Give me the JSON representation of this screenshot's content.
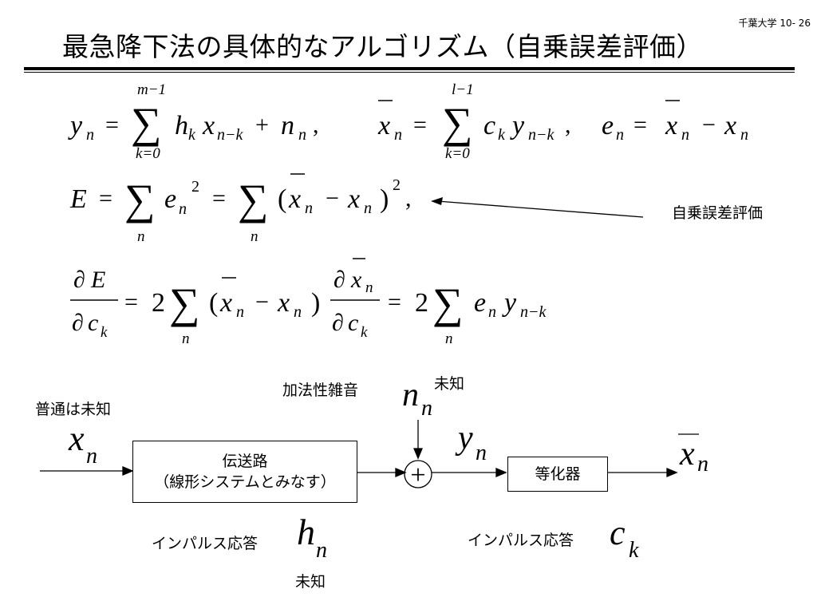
{
  "slide_number": "千葉大学 10- 26",
  "title": "最急降下法の具体的なアルゴリズム（自乗誤差評価）",
  "equations": {
    "eq1": {
      "y": "y",
      "n": "n",
      "eq": "=",
      "m_minus_1": "m−1",
      "k_eq_0": "k=0",
      "h": "h",
      "k": "k",
      "x": "x",
      "n_minus_k": "n−k",
      "plus": "+",
      "comma": ",",
      "l_minus_1": "l−1",
      "c": "c",
      "e": "e",
      "minus": "−"
    },
    "eq2": {
      "E": "E",
      "two": "2",
      "lparen": "(",
      "rparen": ")",
      "comma": ","
    },
    "eq3": {
      "partial": "∂",
      "two": "2"
    }
  },
  "annotation": {
    "jijou": "自乗誤差評価"
  },
  "diagram": {
    "noise_label": "加法性雑音",
    "unknown": "未知",
    "usually_unknown": "普通は未知",
    "channel_line1": "伝送路",
    "channel_line2": "（線形システムとみなす）",
    "equalizer": "等化器",
    "impulse_response": "インパルス応答",
    "sum_symbol": "+",
    "vars": {
      "x": "x",
      "n": "n",
      "y": "y",
      "h": "h",
      "c": "c",
      "k": "k"
    }
  }
}
